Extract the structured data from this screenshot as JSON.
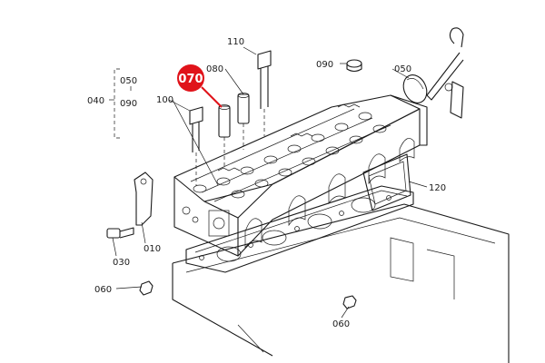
{
  "highlight": {
    "part_number": "070",
    "color": "#e0131a"
  },
  "callouts": {
    "c110": "110",
    "c080": "080",
    "c090_top": "090",
    "c050_right": "050",
    "c040": "040",
    "c050_group": "050",
    "c090_group": "090",
    "c100": "100",
    "c120": "120",
    "c010": "010",
    "c030": "030",
    "c060_left": "060",
    "c060_bottom": "060"
  }
}
